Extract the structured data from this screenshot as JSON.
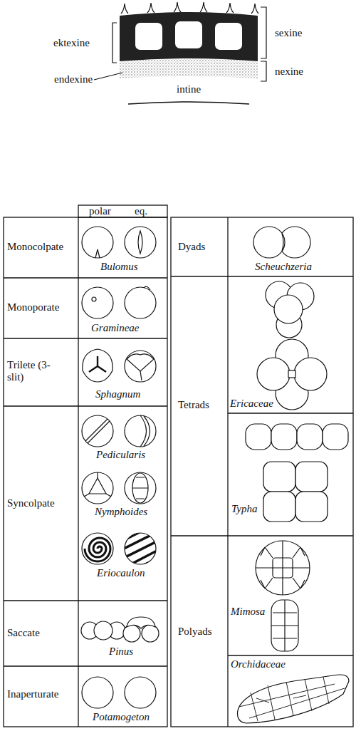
{
  "diagram": {
    "labels": [
      "ektexine",
      "endexine",
      "sexine",
      "nexine",
      "intine",
      "polar",
      "eq.",
      "Monocolpate",
      "Bulomus",
      "Monoporate",
      "Gramineae",
      "Trilete (3-slit)",
      "Sphagnum",
      "Syncolpate",
      "Pedicularis",
      "Nymphoides",
      "Eriocaulon",
      "Saccate",
      "Pinus",
      "Inaperturate",
      "Potamogeton",
      "Dyads",
      "Scheuchzeria",
      "Tetrads",
      "Ericaceae",
      "Typha",
      "Polyads",
      "Mimosa",
      "Orchidaceae"
    ]
  }
}
